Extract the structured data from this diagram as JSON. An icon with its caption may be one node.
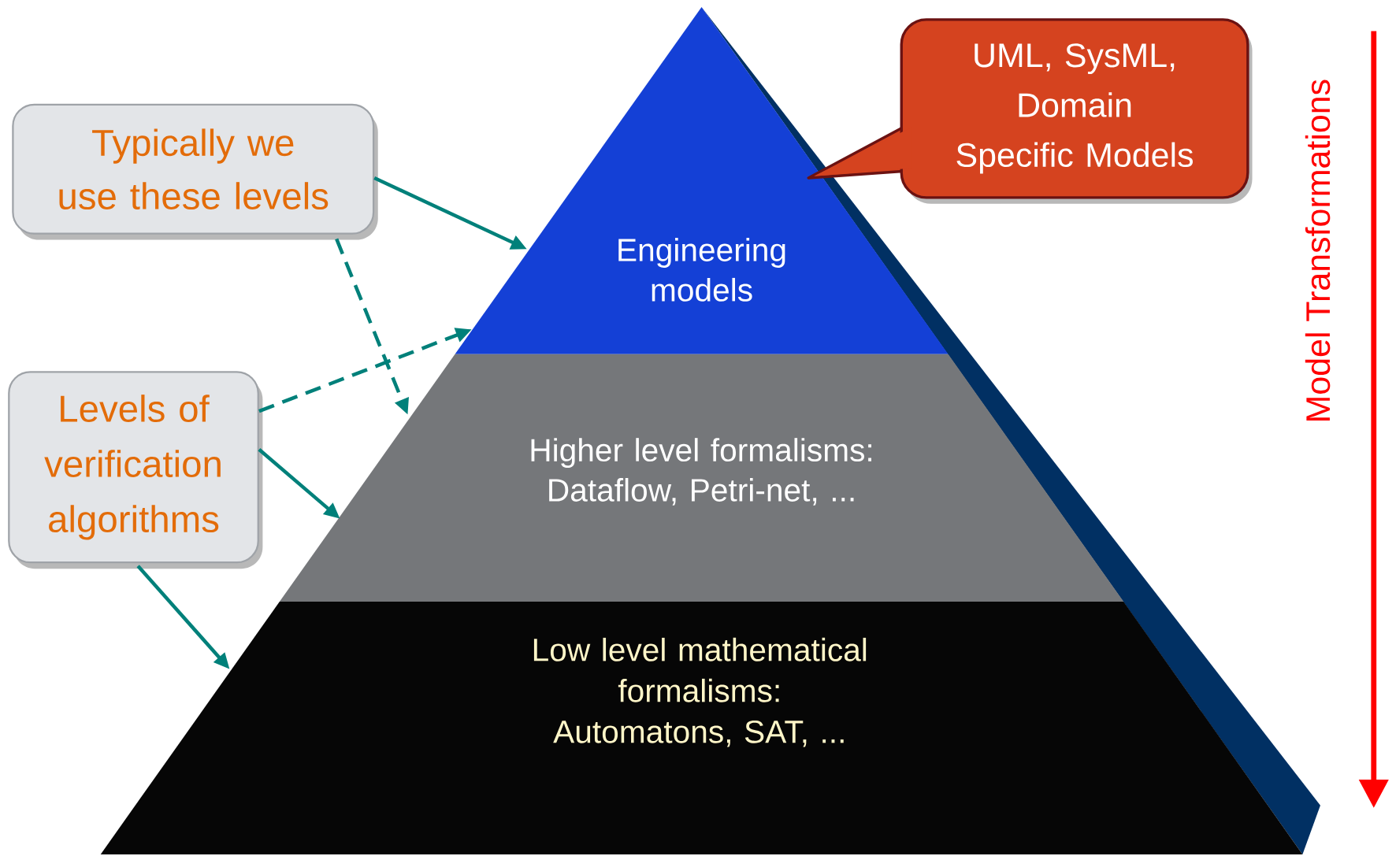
{
  "diagram": {
    "nodes": [
      {
        "text": [
          "Typically we use these levels"
        ]
      },
      {
        "text": [
          "Levels of verification algorithms"
        ]
      },
      {
        "text": [
          "Engineering models"
        ]
      },
      {
        "text": [
          "Higher level formalisms: Dataflow, Petri-net, ..."
        ]
      },
      {
        "text": [
          "Low level mathematical formalisms: Automatons, SAT, ..."
        ]
      },
      {
        "text": [
          "UML, SysML, Domain Specific Models"
        ]
      }
    ],
    "edges": [
      {
        "from": 0,
        "to": 2,
        "arrow": "to"
      },
      {
        "from": 0,
        "to": 3,
        "arrow": "to",
        "style": "dashed"
      },
      {
        "from": 1,
        "to": 2,
        "arrow": "to",
        "style": "dashed"
      },
      {
        "from": 1,
        "to": 3,
        "arrow": "to"
      },
      {
        "from": 1,
        "to": 4,
        "arrow": "to"
      }
    ],
    "labels": [
      "Model Transformations"
    ]
  }
}
